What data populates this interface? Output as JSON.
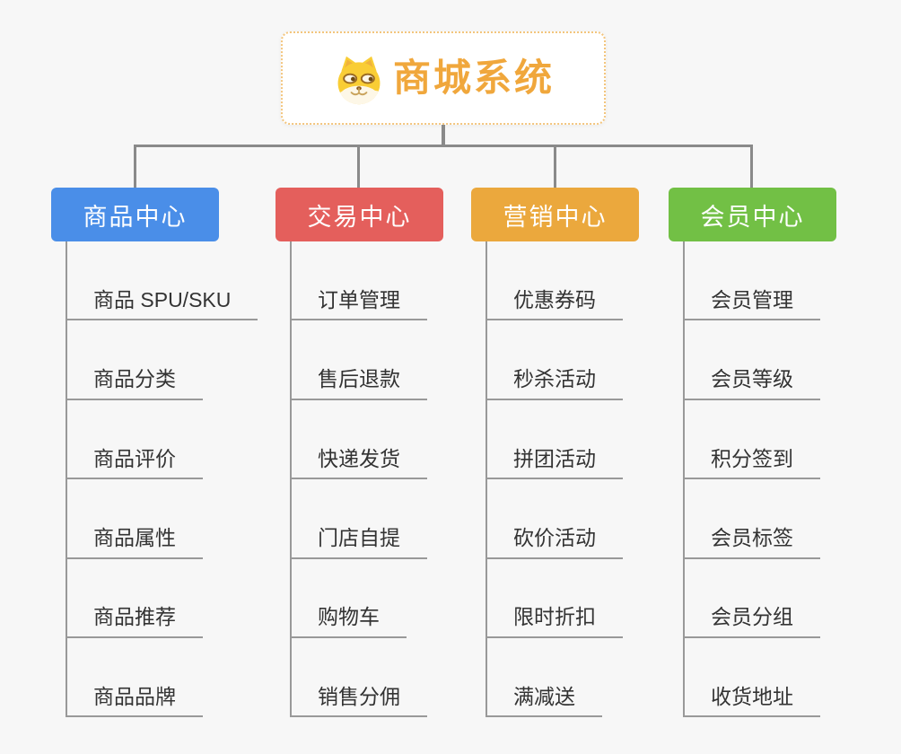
{
  "root": {
    "title": "商城系统",
    "icon": "doge-icon"
  },
  "branches": [
    {
      "label": "商品中心",
      "color": "#4a8ee8",
      "items": [
        "商品 SPU/SKU",
        "商品分类",
        "商品评价",
        "商品属性",
        "商品推荐",
        "商品品牌"
      ]
    },
    {
      "label": "交易中心",
      "color": "#e45f5c",
      "items": [
        "订单管理",
        "售后退款",
        "快递发货",
        "门店自提",
        "购物车",
        "销售分佣"
      ]
    },
    {
      "label": "营销中心",
      "color": "#eba83d",
      "items": [
        "优惠券码",
        "秒杀活动",
        "拼团活动",
        "砍价活动",
        "限时折扣",
        "满减送"
      ]
    },
    {
      "label": "会员中心",
      "color": "#72c045",
      "items": [
        "会员管理",
        "会员等级",
        "积分签到",
        "会员标签",
        "会员分组",
        "收货地址"
      ]
    }
  ],
  "colors": {
    "background": "#f7f7f7",
    "connector": "#8a8a8a",
    "leaf_line": "#999999",
    "root_title": "#f0a73c",
    "root_border": "#f3c57d"
  }
}
